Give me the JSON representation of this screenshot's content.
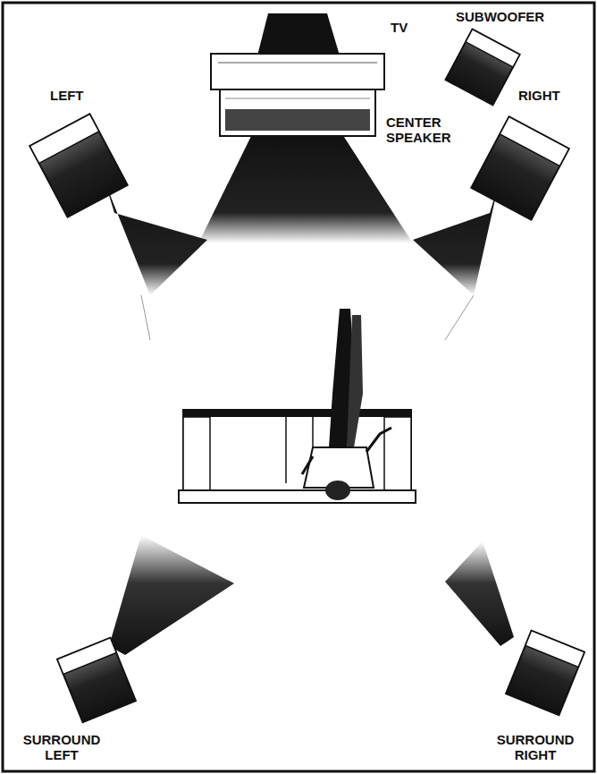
{
  "diagram": {
    "labels": [
      "TV",
      "SUBWOOFER",
      "LEFT",
      "RIGHT",
      "CENTER SPEAKER",
      "SURROUND LEFT",
      "SURROUND RIGHT"
    ]
  }
}
